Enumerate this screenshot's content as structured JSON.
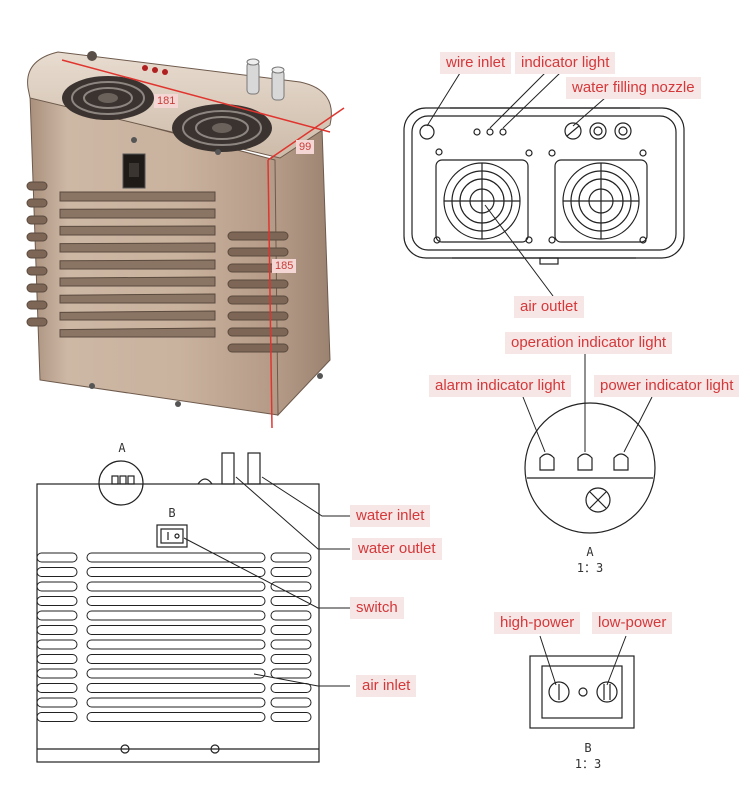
{
  "labels": {
    "wire_inlet": "wire inlet",
    "indicator_light": "indicator light",
    "water_filling_nozzle": "water filling nozzle",
    "air_outlet": "air outlet",
    "operation_indicator_light": "operation indicator light",
    "alarm_indicator_light": "alarm indicator light",
    "power_indicator_light": "power indicator light",
    "water_inlet": "water inlet",
    "water_outlet": "water outlet",
    "switch": "switch",
    "air_inlet": "air inlet",
    "high_power": "high-power",
    "low_power": "low-power"
  },
  "dimensions": {
    "length": "181",
    "width": "99",
    "height": "185"
  },
  "details": {
    "a_letter": "A",
    "b_letter": "B",
    "a_caption_letter": "A",
    "a_scale": "1：3",
    "b_caption_letter": "B",
    "b_scale": "1：3"
  },
  "colors": {
    "label_text": "#d4383a",
    "label_bg": "#f7e6e6",
    "housing": "#c7b09c",
    "dimension_line": "#e0352f"
  }
}
